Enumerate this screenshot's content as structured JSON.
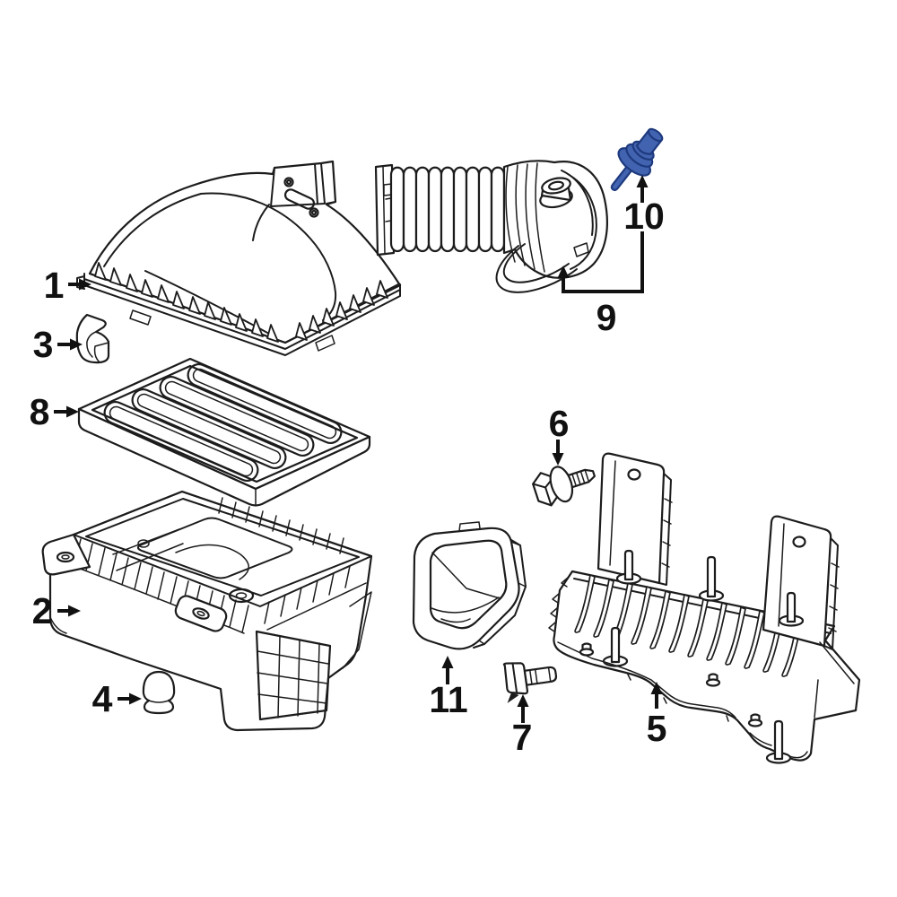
{
  "figure": {
    "kind": "exploded-parts-diagram",
    "background_color": "#ffffff",
    "line_color": "#1c1c1c",
    "callout_color": "#111111",
    "highlight_fill": "#4263b0",
    "highlight_stroke": "#1e3a7e"
  },
  "callouts": [
    {
      "label": "1",
      "part": "air-cleaner-cover"
    },
    {
      "label": "2",
      "part": "air-cleaner-lower-housing"
    },
    {
      "label": "3",
      "part": "retainer-clip"
    },
    {
      "label": "4",
      "part": "grommet"
    },
    {
      "label": "5",
      "part": "support-bracket"
    },
    {
      "label": "6",
      "part": "bolt"
    },
    {
      "label": "7",
      "part": "push-pin-retainer"
    },
    {
      "label": "8",
      "part": "air-filter-element"
    },
    {
      "label": "9",
      "part": "air-intake-hose"
    },
    {
      "label": "10",
      "part": "air-temperature-sensor",
      "highlighted": true
    },
    {
      "label": "11",
      "part": "air-inlet-duct"
    }
  ]
}
